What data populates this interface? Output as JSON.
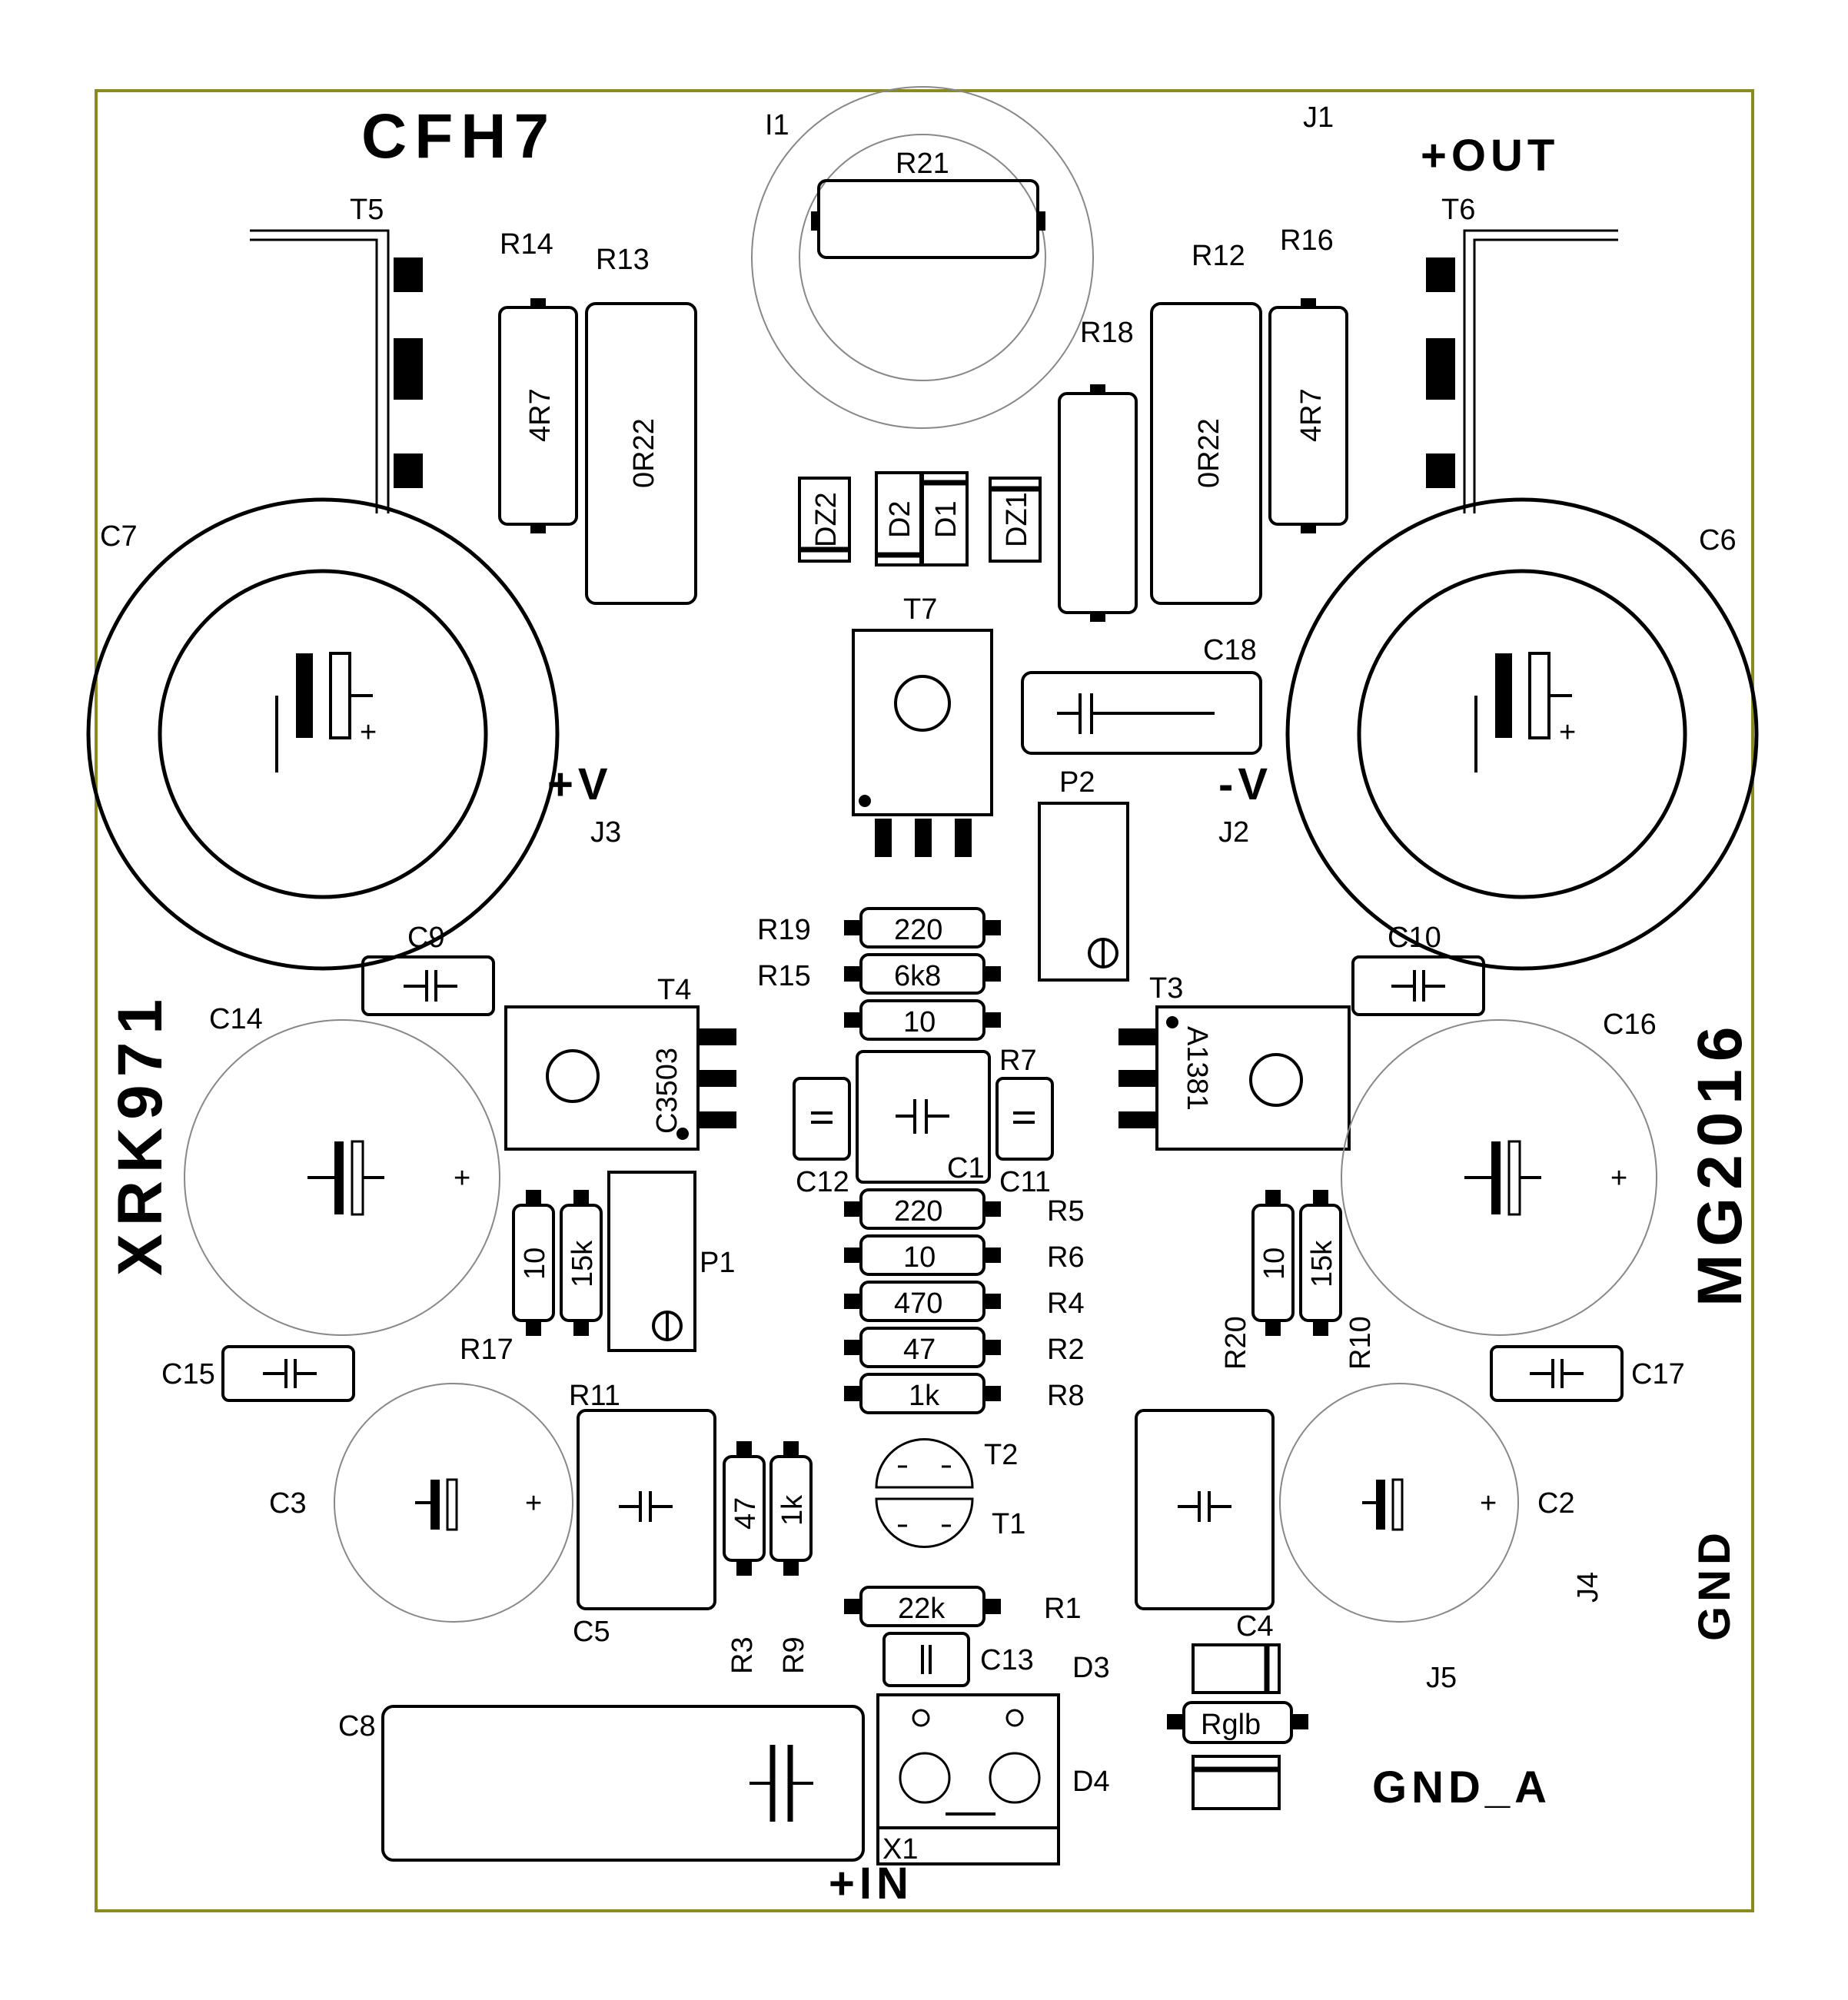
{
  "board_texts": {
    "title": "CFH7",
    "out": "+OUT",
    "in": "+IN",
    "plus_v": "+V",
    "minus_v": "-V",
    "gnd": "GND",
    "gnd_a": "GND_A",
    "left_vertical": "XRK971",
    "right_vertical": "MG2016"
  },
  "designators": {
    "I1": "I1",
    "J1": "J1",
    "J2": "J2",
    "J3": "J3",
    "J4": "J4",
    "J5": "J5",
    "T1": "T1",
    "T2": "T2",
    "T3": "T3",
    "T4": "T4",
    "T5": "T5",
    "T6": "T6",
    "T7": "T7",
    "R1": "R1",
    "R2": "R2",
    "R3": "R3",
    "R4": "R4",
    "R5": "R5",
    "R6": "R6",
    "R7": "R7",
    "R8": "R8",
    "R9": "R9",
    "R10": "R10",
    "R11": "R11",
    "R12": "R12",
    "R13": "R13",
    "R14": "R14",
    "R15": "R15",
    "R16": "R16",
    "R17": "R17",
    "R18": "R18",
    "R19": "R19",
    "R20": "R20",
    "R21": "R21",
    "C1": "C1",
    "C2": "C2",
    "C3": "C3",
    "C4": "C4",
    "C5": "C5",
    "C6": "C6",
    "C7": "C7",
    "C8": "C8",
    "C9": "C9",
    "C10": "C10",
    "C11": "C11",
    "C12": "C12",
    "C13": "C13",
    "C14": "C14",
    "C15": "C15",
    "C16": "C16",
    "C17": "C17",
    "C18": "C18",
    "D1": "D1",
    "D2": "D2",
    "D3": "D3",
    "D4": "D4",
    "DZ1": "DZ1",
    "DZ2": "DZ2",
    "P1": "P1",
    "P2": "P2",
    "X1": "X1"
  },
  "values": {
    "R14": "4R7",
    "R13": "0R22",
    "R12": "0R22",
    "R16": "4R7",
    "R19": "220",
    "R15": "6k8",
    "R7": "10",
    "R5": "220",
    "R6": "10",
    "R4": "470",
    "R2": "47",
    "R8": "1k",
    "R1": "22k",
    "R17": "10",
    "R11": "15k",
    "R20": "10",
    "R10": "15k",
    "R3": "47",
    "R9": "1k",
    "Rglb": "Rglb",
    "T4": "C3503",
    "T3": "A1381"
  },
  "colors": {
    "board_outline": "#8a8a1e",
    "copper_marks": "#000000",
    "aperture": "#888888",
    "background": "#ffffff"
  }
}
